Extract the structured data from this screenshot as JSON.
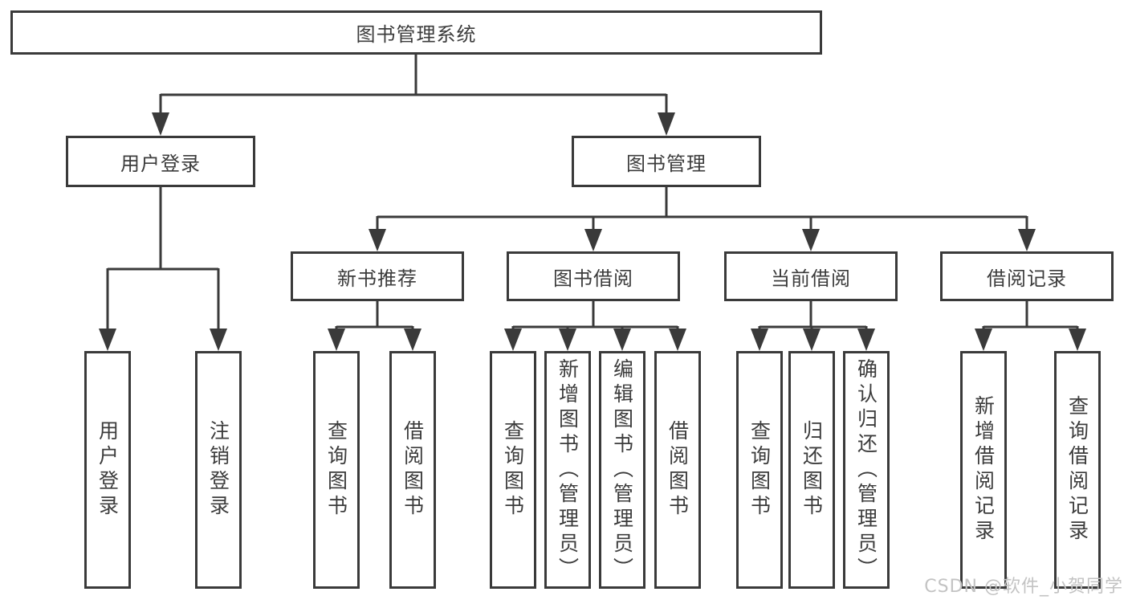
{
  "diagram": {
    "root": {
      "label": "图书管理系统"
    },
    "branches": [
      {
        "label": "用户登录",
        "children": [
          {
            "label": "用户登录"
          },
          {
            "label": "注销登录"
          }
        ]
      },
      {
        "label": "图书管理",
        "children": [
          {
            "label": "新书推荐",
            "children": [
              {
                "label": "查询图书"
              },
              {
                "label": "借阅图书"
              }
            ]
          },
          {
            "label": "图书借阅",
            "children": [
              {
                "label": "查询图书"
              },
              {
                "label": "新增图书（管理员）"
              },
              {
                "label": "编辑图书（管理员）"
              },
              {
                "label": "借阅图书"
              }
            ]
          },
          {
            "label": "当前借阅",
            "children": [
              {
                "label": "查询图书"
              },
              {
                "label": "归还图书"
              },
              {
                "label": "确认归还（管理员）"
              }
            ]
          },
          {
            "label": "借阅记录",
            "children": [
              {
                "label": "新增借阅记录"
              },
              {
                "label": "查询借阅记录"
              }
            ]
          }
        ]
      }
    ]
  },
  "watermark": "CSDN @软件_小贺同学",
  "colors": {
    "line": "#3a3a3a",
    "text": "#3c3c3c",
    "watermark": "#c3c3c3",
    "background": "#ffffff"
  }
}
